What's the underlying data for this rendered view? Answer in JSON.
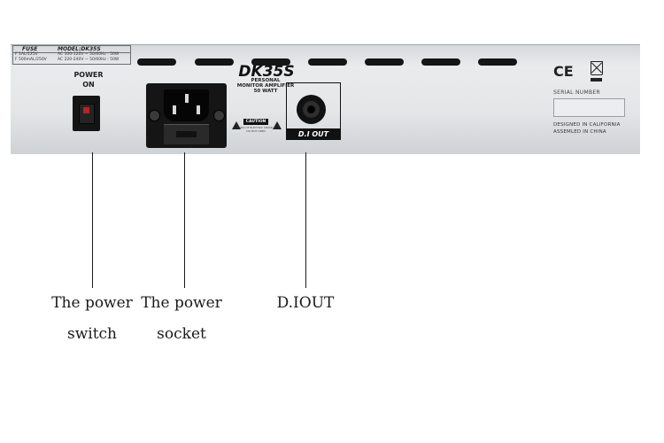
{
  "panel": {
    "fuse_table": {
      "header_fuse": "FUSE",
      "header_model": "MODEL:DK35S",
      "rows": [
        {
          "rating": "F 1AL/125V",
          "spec": "AC 100-120V ~ 50/60Hz : 50W"
        },
        {
          "rating": "F 500mAL/250V",
          "spec": "AC 220-240V ~ 50/60Hz : 50W"
        }
      ]
    },
    "power_label": [
      "POWER",
      "ON"
    ],
    "model_title": "DK35S",
    "model_subtitle": [
      "PERSONAL",
      "MONITOR AMPLIFIER",
      "50 WATT"
    ],
    "caution_label": "CAUTION",
    "caution_text": [
      "RISK OF ELECTRIC SHOCK",
      "DO NOT OPEN"
    ],
    "di_out_label": "D.I OUT",
    "ce_mark": "CE",
    "serial_label": "SERIAL NUMBER",
    "origin": [
      "DESIGNED IN CALIFORNIA",
      "ASSEMLED IN CHINA"
    ]
  },
  "callouts": [
    {
      "lines": [
        "The power",
        "switch"
      ]
    },
    {
      "lines": [
        "The power",
        "socket"
      ]
    },
    {
      "lines": [
        "D.IOUT"
      ]
    }
  ],
  "colors": {
    "panel": "#e4e6e8",
    "black_parts": "#151515",
    "switch_indicator": "#b82222",
    "text": "#1a1a1a"
  }
}
